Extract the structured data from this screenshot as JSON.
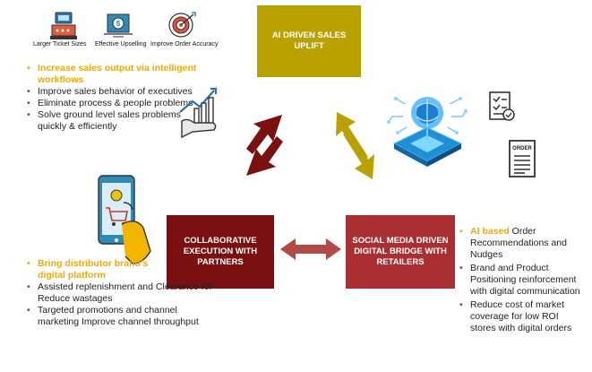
{
  "top_icons": [
    {
      "label": "Larger Ticket Sizes",
      "icon": "money-register-icon"
    },
    {
      "label": "Effective Upselling",
      "icon": "dollar-bill-icon"
    },
    {
      "label": "Improve Order Accuracy",
      "icon": "target-icon"
    }
  ],
  "boxes": {
    "top": "AI DRIVEN SALES UPLIFT",
    "left": "COLLABORATIVE EXECUTION WITH PARTNERS",
    "right": "SOCIAL MEDIA DRIVEN DIGITAL BRIDGE WITH RETAILERS"
  },
  "lists": {
    "top": [
      "Increase sales output via intelligent workflows",
      "Improve sales behavior of executives",
      "Eliminate process & people problems",
      "Solve ground level sales problems quickly & efficiently"
    ],
    "left": [
      "Bring distributor brand's digital platform",
      "Assisted replenishment and Clearance for Reduce wastages",
      "Targeted promotions and channel marketing Improve channel throughput"
    ],
    "right_first_highlight": "AI based",
    "right_first_rest": " Order Recommendations and Nudges",
    "right": [
      "Brand and Product Positioning reinforcement with digital communication",
      "Reduce cost of market coverage for low ROI stores with digital orders"
    ]
  },
  "icons": {
    "order_label": "ORDER"
  },
  "colors": {
    "gold": "#b9a200",
    "dark_red": "#7a1010",
    "red": "#a92f33",
    "highlight": "#f2a900",
    "arrow_gold": "#b9a200",
    "arrow_dark": "#7a1010",
    "arrow_red": "#b24a48"
  }
}
